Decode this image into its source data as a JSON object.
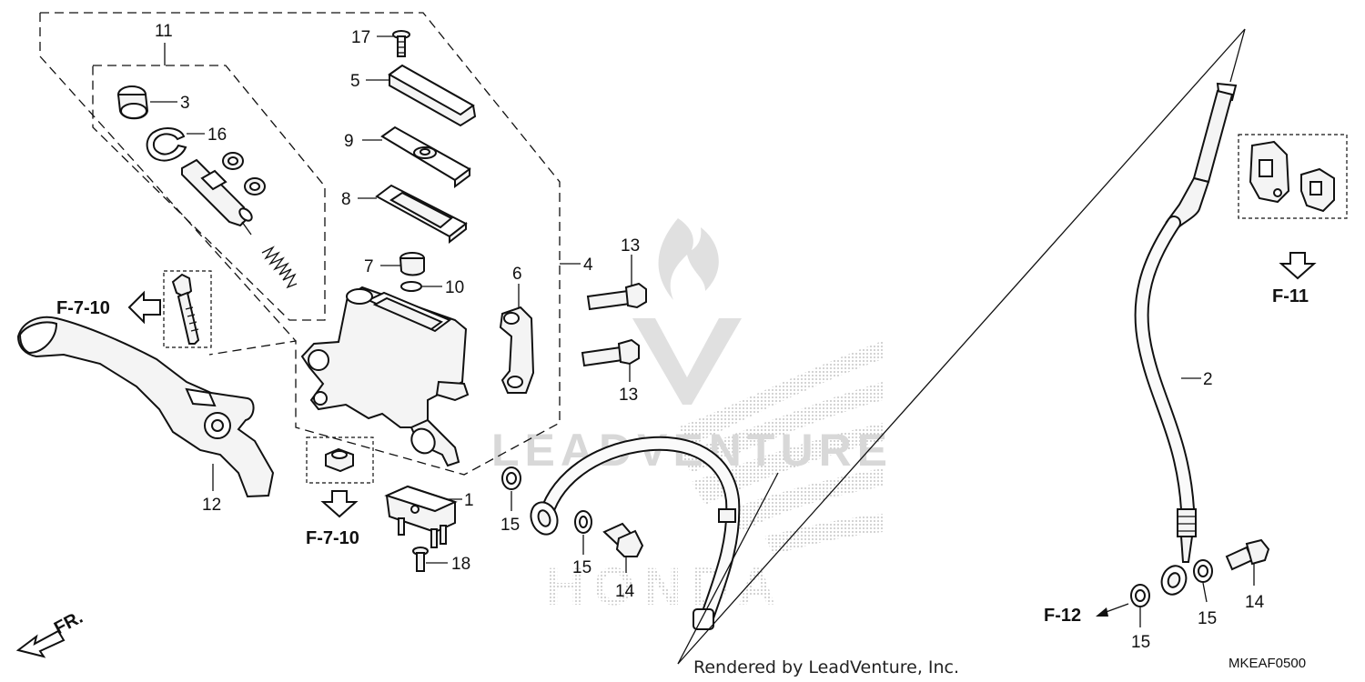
{
  "diagram": {
    "callouts": {
      "c1": "1",
      "c2": "2",
      "c3": "3",
      "c4": "4",
      "c5": "5",
      "c6": "6",
      "c7": "7",
      "c8": "8",
      "c9": "9",
      "c10": "10",
      "c11": "11",
      "c12": "12",
      "c13a": "13",
      "c13b": "13",
      "c14a": "14",
      "c14b": "14",
      "c15a": "15",
      "c15b": "15",
      "c15c": "15",
      "c15d": "15",
      "c16": "16",
      "c17": "17",
      "c18": "18"
    },
    "refs": {
      "f710_top": "F-7-10",
      "f710_bottom": "F-7-10",
      "f11": "F-11",
      "f12": "F-12",
      "fr": "FR."
    },
    "watermark": "LEADVENTURE",
    "honda_wordmark": "HONDA",
    "credit": "Rendered by LeadVenture, Inc.",
    "diagram_code": "MKEAF0500"
  },
  "colors": {
    "line": "#111111",
    "watermark": "#d8d8d8",
    "background": "#ffffff"
  }
}
